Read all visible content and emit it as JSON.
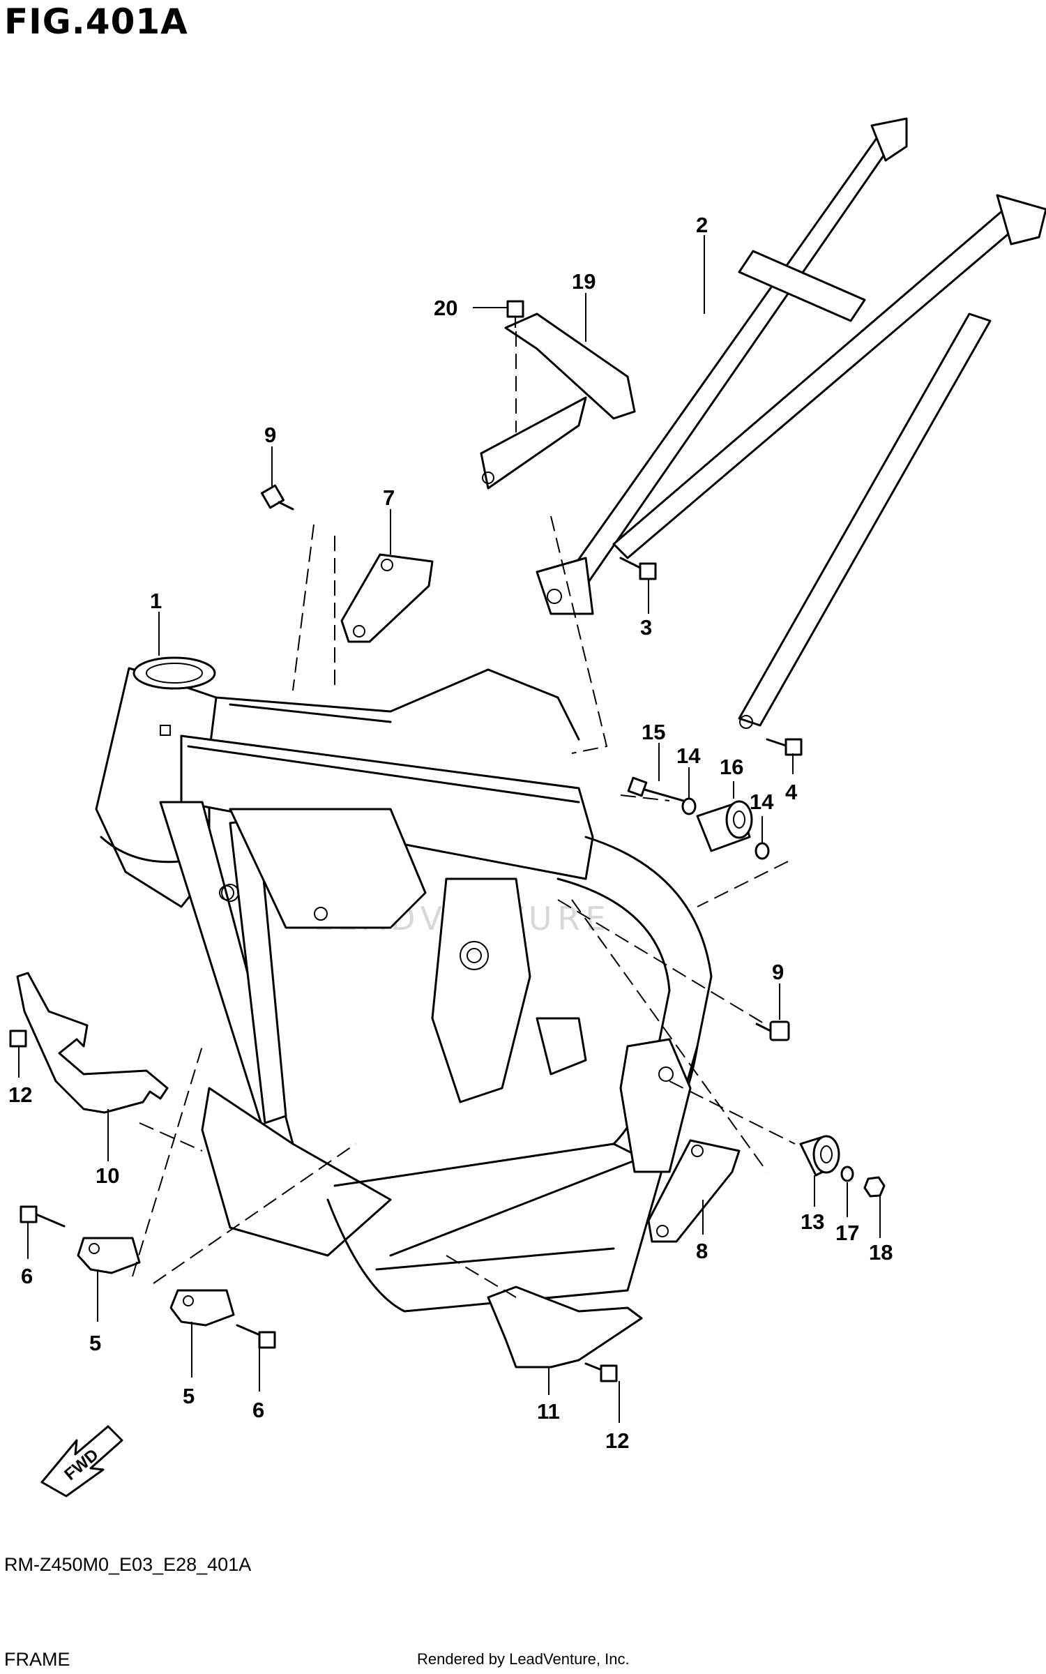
{
  "header": {
    "figure_title": "FIG.401A"
  },
  "footer": {
    "model_code": "RM-Z450M0_E03_E28_401A",
    "section_name": "FRAME",
    "rendered_by": "Rendered by LeadVenture, Inc."
  },
  "watermark": "LEADVENTURE",
  "fwd_arrow_label": "FWD",
  "callouts": [
    "1",
    "2",
    "3",
    "4",
    "5",
    "5",
    "6",
    "6",
    "7",
    "8",
    "9",
    "9",
    "10",
    "11",
    "12",
    "12",
    "13",
    "14",
    "14",
    "15",
    "16",
    "17",
    "18",
    "19",
    "20"
  ]
}
